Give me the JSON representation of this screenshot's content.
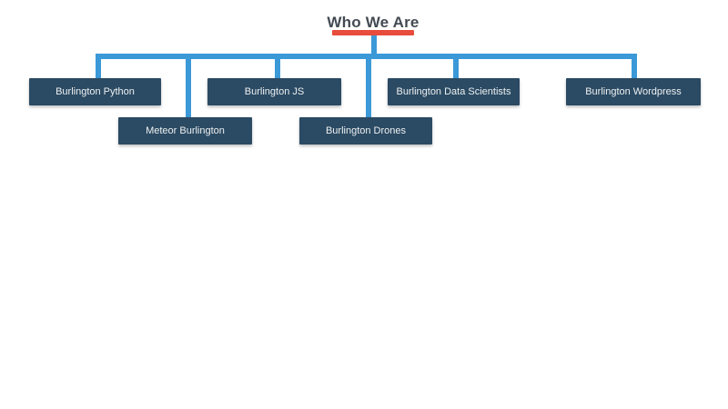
{
  "header": {
    "title": "Who We Are",
    "title_color": "#434a52",
    "underline_color": "#e74c3c"
  },
  "diagram": {
    "connector_color": "#3b99d8",
    "node_background": "#2b4a63",
    "node_text_color": "#eef1f2",
    "nodes": [
      {
        "label": "Burlington Python"
      },
      {
        "label": "Meteor Burlington"
      },
      {
        "label": "Burlington JS"
      },
      {
        "label": "Burlington Drones"
      },
      {
        "label": "Burlington Data Scientists"
      },
      {
        "label": "Burlington Wordpress"
      }
    ]
  }
}
